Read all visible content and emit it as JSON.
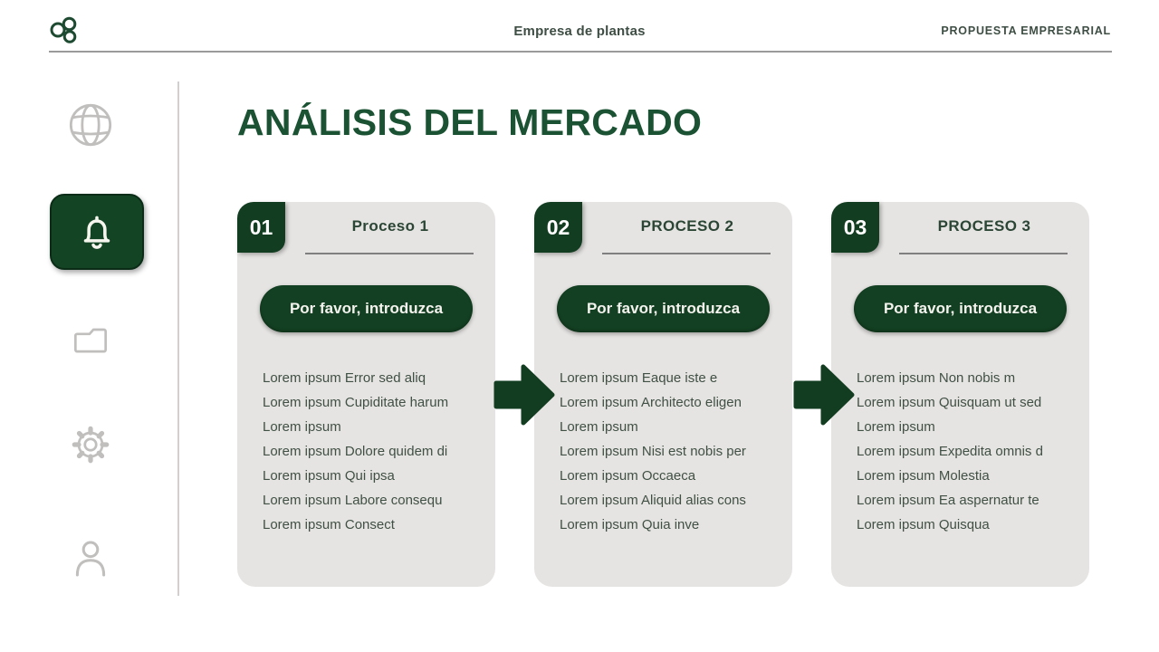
{
  "header": {
    "logo": "three-circles-logo",
    "center_title": "Empresa de plantas",
    "right_label": "PROPUESTA EMPRESARIAL"
  },
  "sidebar": {
    "items": [
      {
        "icon": "globe-icon",
        "active": false
      },
      {
        "icon": "bell-icon",
        "active": true
      },
      {
        "icon": "folder-icon",
        "active": false
      },
      {
        "icon": "gear-icon",
        "active": false
      },
      {
        "icon": "user-icon",
        "active": false
      }
    ]
  },
  "main": {
    "title": "ANÁLISIS DEL MERCADO",
    "cards": [
      {
        "number": "01",
        "title": "Proceso 1",
        "button_label": "Por favor, introduzca",
        "items": [
          "Lorem ipsum Error sed aliq",
          "Lorem ipsum Cupiditate harum",
          "Lorem ipsum",
          "Lorem ipsum Dolore quidem di",
          "Lorem ipsum Qui ipsa",
          "Lorem ipsum Labore consequ",
          "Lorem ipsum Consect"
        ]
      },
      {
        "number": "02",
        "title": "PROCESO 2",
        "button_label": "Por favor, introduzca",
        "items": [
          "Lorem ipsum Eaque iste e",
          "Lorem ipsum Architecto eligen",
          "Lorem ipsum",
          "Lorem ipsum Nisi est nobis per",
          "Lorem ipsum Occaeca",
          "Lorem ipsum Aliquid alias cons",
          "Lorem ipsum Quia inve"
        ]
      },
      {
        "number": "03",
        "title": "PROCESO 3",
        "button_label": "Por favor, introduzca",
        "items": [
          "Lorem ipsum Non nobis m",
          "Lorem ipsum Quisquam ut sed",
          "Lorem ipsum",
          "Lorem ipsum Expedita omnis d",
          "Lorem ipsum Molestia",
          "Lorem ipsum Ea aspernatur te",
          "Lorem ipsum Quisqua"
        ]
      }
    ]
  },
  "colors": {
    "dark_green": "#123d21",
    "title_green": "#1b5233",
    "card_background": "#e6e4e2",
    "list_text": "#405045",
    "sidebar_icon_gray": "#c0bfbd",
    "page_background": "#ffffff"
  }
}
